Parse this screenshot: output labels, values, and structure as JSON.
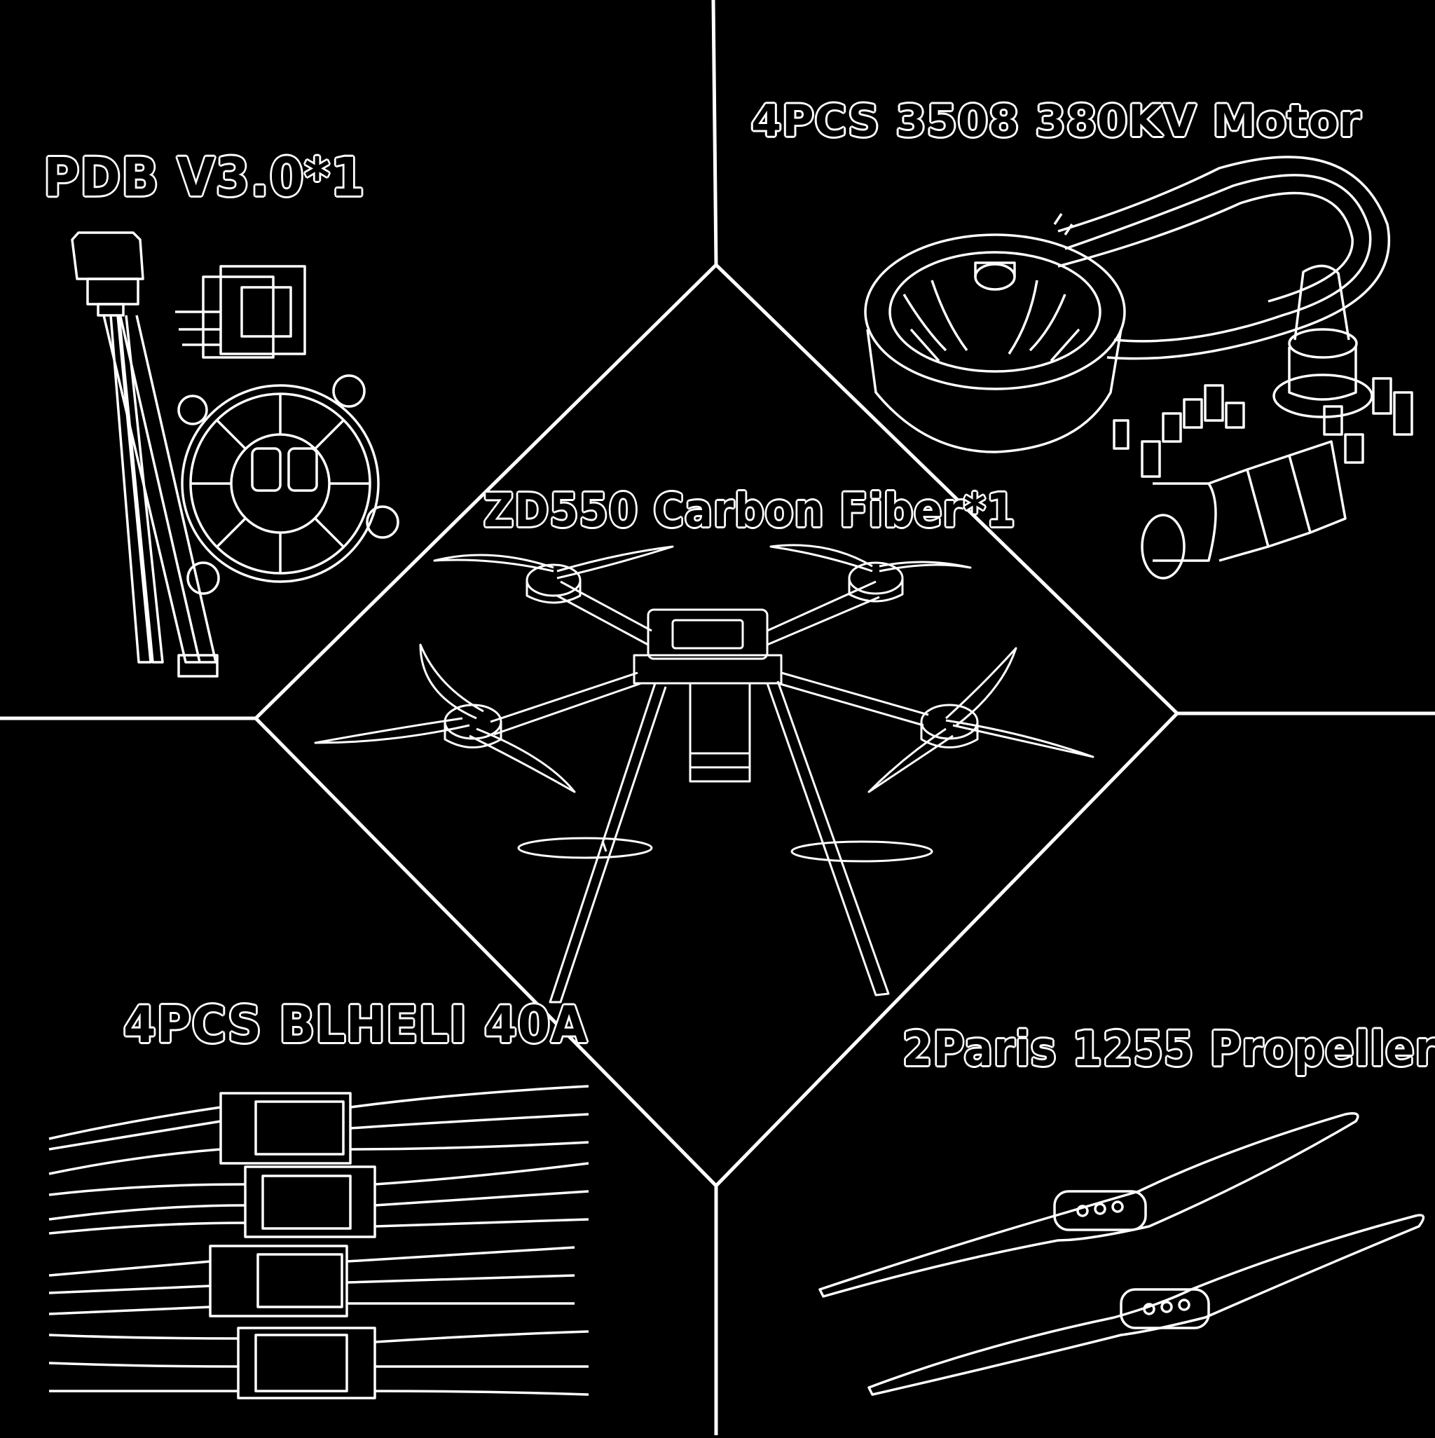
{
  "labels": {
    "pdb": "PDB V3.0*1",
    "motor": "4PCS 3508 380KV Motor",
    "frame": "ZD550 Carbon Fiber*1",
    "esc": "4PCS BLHELI 40A",
    "propeller": "2Paris 1255 Propeller"
  },
  "colors": {
    "background": "#000000",
    "line": "#ffffff"
  },
  "icons": [
    "pdb-board-icon",
    "motor-icon",
    "quadcopter-frame-icon",
    "esc-icon",
    "propeller-icon"
  ]
}
